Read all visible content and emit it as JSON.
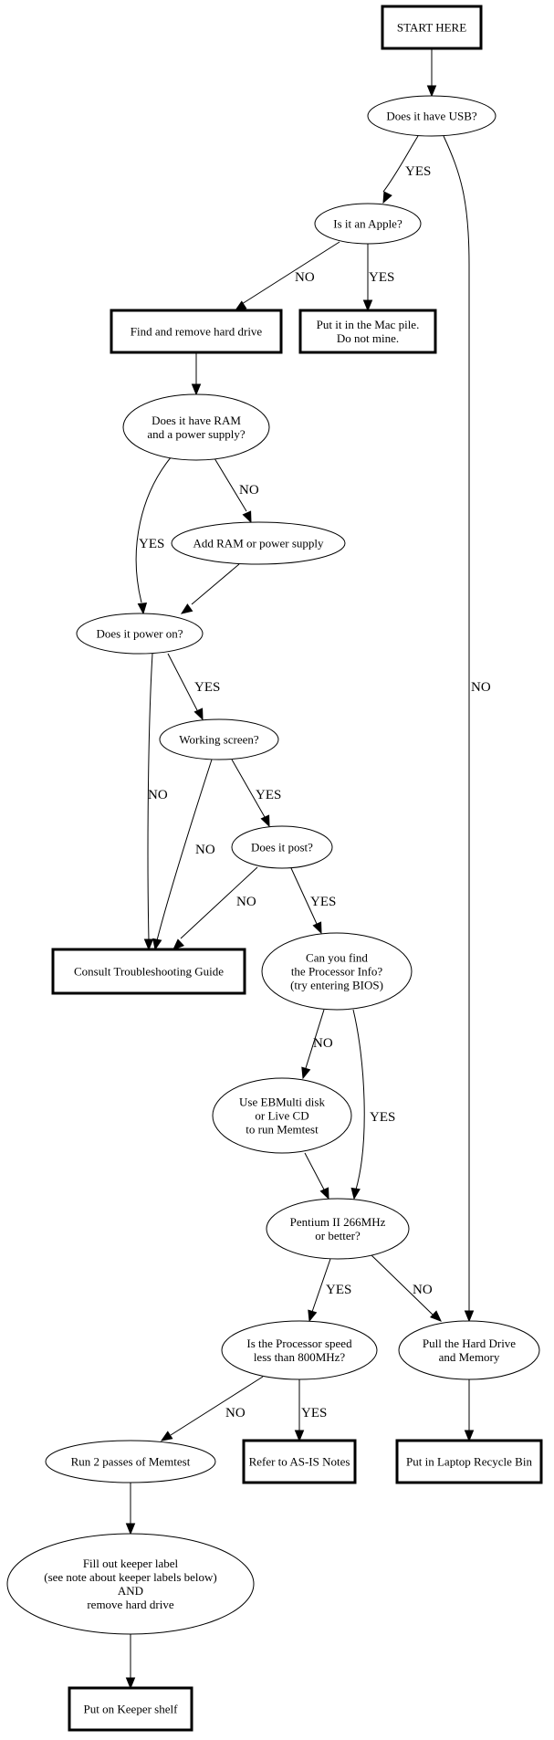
{
  "diagram": {
    "title": "Computer triage flowchart",
    "nodes": [
      {
        "id": "start",
        "shape": "box",
        "lines": [
          "START HERE"
        ]
      },
      {
        "id": "usb",
        "shape": "ellipse",
        "lines": [
          "Does it have USB?"
        ]
      },
      {
        "id": "apple",
        "shape": "ellipse",
        "lines": [
          "Is it an Apple?"
        ]
      },
      {
        "id": "remove_hd",
        "shape": "box",
        "lines": [
          "Find and remove hard drive"
        ]
      },
      {
        "id": "mac_pile",
        "shape": "box",
        "lines": [
          "Put it in the Mac pile.",
          "Do not mine."
        ]
      },
      {
        "id": "ram_psu",
        "shape": "ellipse",
        "lines": [
          "Does it have RAM",
          "and a power supply?"
        ]
      },
      {
        "id": "add_ram",
        "shape": "ellipse",
        "lines": [
          "Add RAM or power supply"
        ]
      },
      {
        "id": "power_on",
        "shape": "ellipse",
        "lines": [
          "Does it power on?"
        ]
      },
      {
        "id": "screen",
        "shape": "ellipse",
        "lines": [
          "Working screen?"
        ]
      },
      {
        "id": "post",
        "shape": "ellipse",
        "lines": [
          "Does it post?"
        ]
      },
      {
        "id": "troubleshoot",
        "shape": "box",
        "lines": [
          "Consult Troubleshooting Guide"
        ]
      },
      {
        "id": "proc_info",
        "shape": "ellipse",
        "lines": [
          "Can you find",
          "the Processor Info?",
          "(try entering BIOS)"
        ]
      },
      {
        "id": "ebmulti",
        "shape": "ellipse",
        "lines": [
          "Use EBMulti disk",
          "or Live CD",
          "to run Memtest"
        ]
      },
      {
        "id": "pentium",
        "shape": "ellipse",
        "lines": [
          "Pentium II 266MHz",
          "or better?"
        ]
      },
      {
        "id": "speed800",
        "shape": "ellipse",
        "lines": [
          "Is the Processor speed",
          "less than 800MHz?"
        ]
      },
      {
        "id": "pull_hd",
        "shape": "ellipse",
        "lines": [
          "Pull the Hard Drive",
          "and Memory"
        ]
      },
      {
        "id": "memtest",
        "shape": "ellipse",
        "lines": [
          "Run 2 passes of Memtest"
        ]
      },
      {
        "id": "as_is",
        "shape": "box",
        "lines": [
          "Refer to AS-IS Notes"
        ]
      },
      {
        "id": "recycle",
        "shape": "box",
        "lines": [
          "Put in Laptop Recycle Bin"
        ]
      },
      {
        "id": "keeper_label",
        "shape": "ellipse",
        "lines": [
          "Fill out keeper label",
          "(see note about keeper labels below)",
          "AND",
          "remove hard drive"
        ]
      },
      {
        "id": "keeper_shelf",
        "shape": "box",
        "lines": [
          "Put on Keeper shelf"
        ]
      }
    ],
    "edges": [
      {
        "from": "start",
        "to": "usb",
        "label": ""
      },
      {
        "from": "usb",
        "to": "apple",
        "label": "YES"
      },
      {
        "from": "usb",
        "to": "pull_hd",
        "label": "NO"
      },
      {
        "from": "apple",
        "to": "remove_hd",
        "label": "NO"
      },
      {
        "from": "apple",
        "to": "mac_pile",
        "label": "YES"
      },
      {
        "from": "remove_hd",
        "to": "ram_psu",
        "label": ""
      },
      {
        "from": "ram_psu",
        "to": "add_ram",
        "label": "NO"
      },
      {
        "from": "ram_psu",
        "to": "power_on",
        "label": "YES"
      },
      {
        "from": "add_ram",
        "to": "power_on",
        "label": ""
      },
      {
        "from": "power_on",
        "to": "screen",
        "label": "YES"
      },
      {
        "from": "power_on",
        "to": "troubleshoot",
        "label": "NO"
      },
      {
        "from": "screen",
        "to": "post",
        "label": "YES"
      },
      {
        "from": "screen",
        "to": "troubleshoot",
        "label": "NO"
      },
      {
        "from": "post",
        "to": "troubleshoot",
        "label": "NO"
      },
      {
        "from": "post",
        "to": "proc_info",
        "label": "YES"
      },
      {
        "from": "proc_info",
        "to": "ebmulti",
        "label": "NO"
      },
      {
        "from": "proc_info",
        "to": "pentium",
        "label": "YES"
      },
      {
        "from": "ebmulti",
        "to": "pentium",
        "label": ""
      },
      {
        "from": "pentium",
        "to": "speed800",
        "label": "YES"
      },
      {
        "from": "pentium",
        "to": "pull_hd",
        "label": "NO"
      },
      {
        "from": "speed800",
        "to": "memtest",
        "label": "NO"
      },
      {
        "from": "speed800",
        "to": "as_is",
        "label": "YES"
      },
      {
        "from": "pull_hd",
        "to": "recycle",
        "label": ""
      },
      {
        "from": "memtest",
        "to": "keeper_label",
        "label": ""
      },
      {
        "from": "keeper_label",
        "to": "keeper_shelf",
        "label": ""
      }
    ]
  }
}
